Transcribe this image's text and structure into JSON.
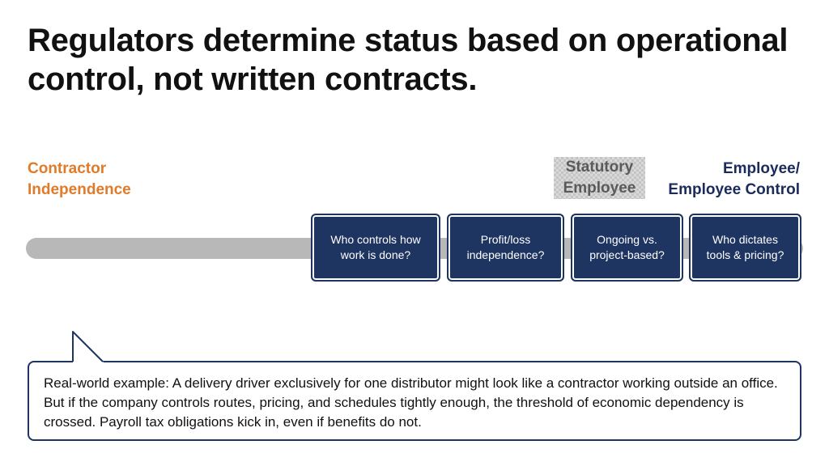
{
  "slide": {
    "title": "Regulators determine status based on operational control, not written contracts."
  },
  "spectrum": {
    "left_label": [
      "Contractor",
      "Independence"
    ],
    "middle_label": [
      "Statutory",
      "Employee"
    ],
    "right_label": [
      "Employee/",
      "Employee Control"
    ],
    "colors": {
      "left": "#e07b2a",
      "middle": "#5a5a5a",
      "right": "#1a2b5c",
      "track": "#b8b8b8",
      "card": "#1e3461"
    }
  },
  "criteria": [
    {
      "lines": [
        "Who controls how",
        "work is done?"
      ]
    },
    {
      "lines": [
        "Profit/loss",
        "independence?"
      ]
    },
    {
      "lines": [
        "Ongoing vs.",
        "project-based?"
      ]
    },
    {
      "lines": [
        "Who dictates",
        "tools & pricing?"
      ]
    }
  ],
  "callout": {
    "text": "Real-world example: A delivery driver exclusively for one distributor might look like a contractor working outside an office. But if the company controls routes, pricing, and schedules tightly enough, the threshold of economic dependency is crossed. Payroll tax obligations kick in, even if benefits do not."
  }
}
